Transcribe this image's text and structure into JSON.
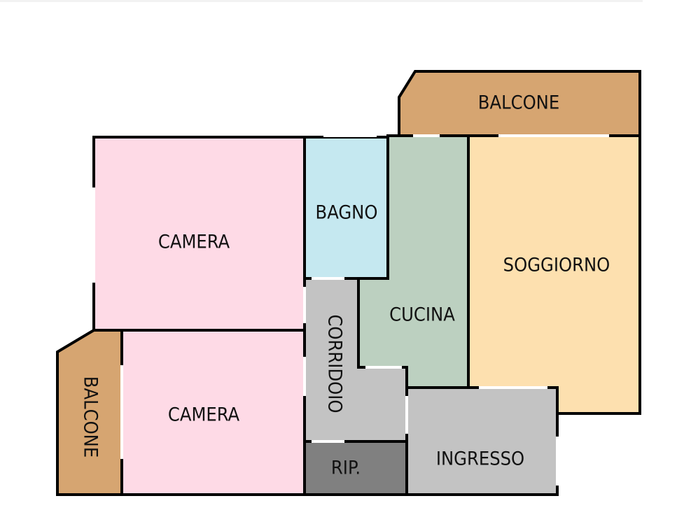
{
  "colors": {
    "bedroom": "#fedae6",
    "bathroom": "#c5e8f0",
    "kitchen": "#bcd0c0",
    "living": "#fde0af",
    "corridor": "#c3c3c3",
    "storage": "#808080",
    "balcony": "#d6a571",
    "wall": "#000000",
    "background": "#ffffff"
  },
  "rooms": {
    "balcone_top": "BALCONE",
    "camera_top": "CAMERA",
    "bagno": "BAGNO",
    "cucina": "CUCINA",
    "soggiorno": "SOGGIORNO",
    "balcone_left": "BALCONE",
    "camera_bottom": "CAMERA",
    "corridoio": "CORRIDOIO",
    "ripostiglio": "RIP.",
    "ingresso": "INGRESSO"
  }
}
